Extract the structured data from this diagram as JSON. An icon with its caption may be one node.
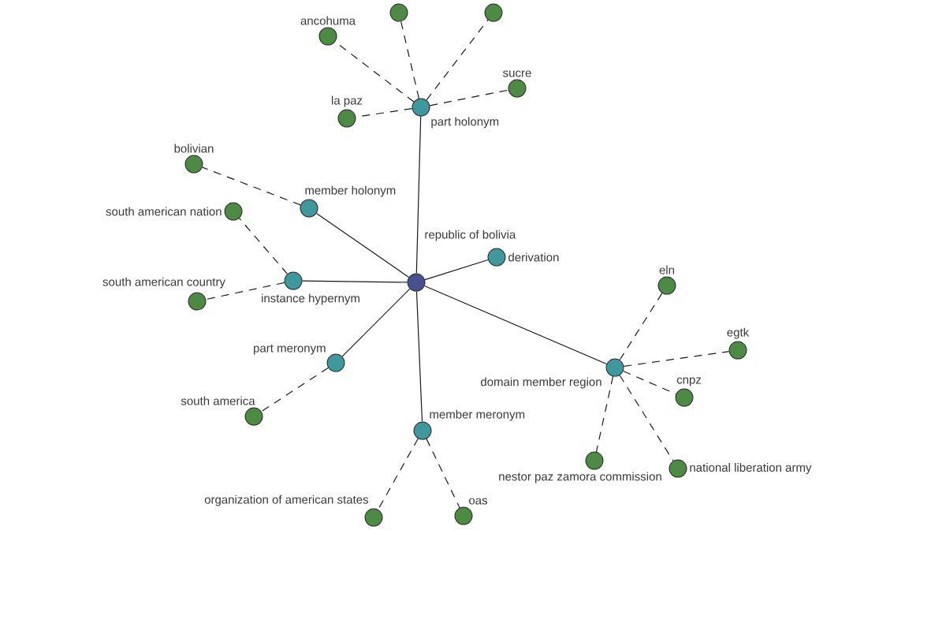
{
  "diagram": {
    "nodes": [
      {
        "text": [
          "republic of bolivia"
        ]
      },
      {
        "text": [
          "part holonym"
        ]
      },
      {
        "text": [
          "ancohuma"
        ]
      },
      {
        "text": [],
        "shape": "circle"
      },
      {
        "text": [],
        "shape": "circle"
      },
      {
        "text": [
          "sucre"
        ]
      },
      {
        "text": [
          "la paz"
        ]
      },
      {
        "text": [
          "member holonym"
        ]
      },
      {
        "text": [
          "bolivian"
        ]
      },
      {
        "text": [
          "south american nation"
        ]
      },
      {
        "text": [
          "instance hypernym"
        ]
      },
      {
        "text": [
          "south american country"
        ]
      },
      {
        "text": [
          "derivation"
        ]
      },
      {
        "text": [
          "part meronym"
        ]
      },
      {
        "text": [
          "south america"
        ]
      },
      {
        "text": [
          "member meronym"
        ]
      },
      {
        "text": [
          "organization of american states"
        ]
      },
      {
        "text": [
          "oas"
        ]
      },
      {
        "text": [
          "domain member region"
        ]
      },
      {
        "text": [
          "eln"
        ]
      },
      {
        "text": [
          "egtk"
        ]
      },
      {
        "text": [
          "cnpz"
        ]
      },
      {
        "text": [
          "nestor paz zamora commission"
        ]
      },
      {
        "text": [
          "national liberation army"
        ]
      }
    ],
    "edges": [
      {
        "from": 0,
        "to": 1,
        "arrow": "none"
      },
      {
        "from": 0,
        "to": 7,
        "arrow": "none"
      },
      {
        "from": 0,
        "to": 10,
        "arrow": "none"
      },
      {
        "from": 0,
        "to": 12,
        "arrow": "none"
      },
      {
        "from": 0,
        "to": 13,
        "arrow": "none"
      },
      {
        "from": 0,
        "to": 15,
        "arrow": "none"
      },
      {
        "from": 0,
        "to": 18,
        "arrow": "none"
      },
      {
        "from": 1,
        "to": 2,
        "arrow": "none",
        "style": "dashed"
      },
      {
        "from": 1,
        "to": 3,
        "arrow": "none",
        "style": "dashed"
      },
      {
        "from": 1,
        "to": 4,
        "arrow": "none",
        "style": "dashed"
      },
      {
        "from": 1,
        "to": 5,
        "arrow": "none",
        "style": "dashed"
      },
      {
        "from": 1,
        "to": 6,
        "arrow": "none",
        "style": "dashed"
      },
      {
        "from": 7,
        "to": 8,
        "arrow": "none",
        "style": "dashed"
      },
      {
        "from": 10,
        "to": 9,
        "arrow": "none",
        "style": "dashed"
      },
      {
        "from": 10,
        "to": 11,
        "arrow": "none",
        "style": "dashed"
      },
      {
        "from": 13,
        "to": 14,
        "arrow": "none",
        "style": "dashed"
      },
      {
        "from": 15,
        "to": 16,
        "arrow": "none",
        "style": "dashed"
      },
      {
        "from": 15,
        "to": 17,
        "arrow": "none",
        "style": "dashed"
      },
      {
        "from": 18,
        "to": 19,
        "arrow": "none",
        "style": "dashed"
      },
      {
        "from": 18,
        "to": 20,
        "arrow": "none",
        "style": "dashed"
      },
      {
        "from": 18,
        "to": 21,
        "arrow": "none",
        "style": "dashed"
      },
      {
        "from": 18,
        "to": 22,
        "arrow": "none",
        "style": "dashed"
      },
      {
        "from": 18,
        "to": 23,
        "arrow": "none",
        "style": "dashed"
      }
    ]
  }
}
